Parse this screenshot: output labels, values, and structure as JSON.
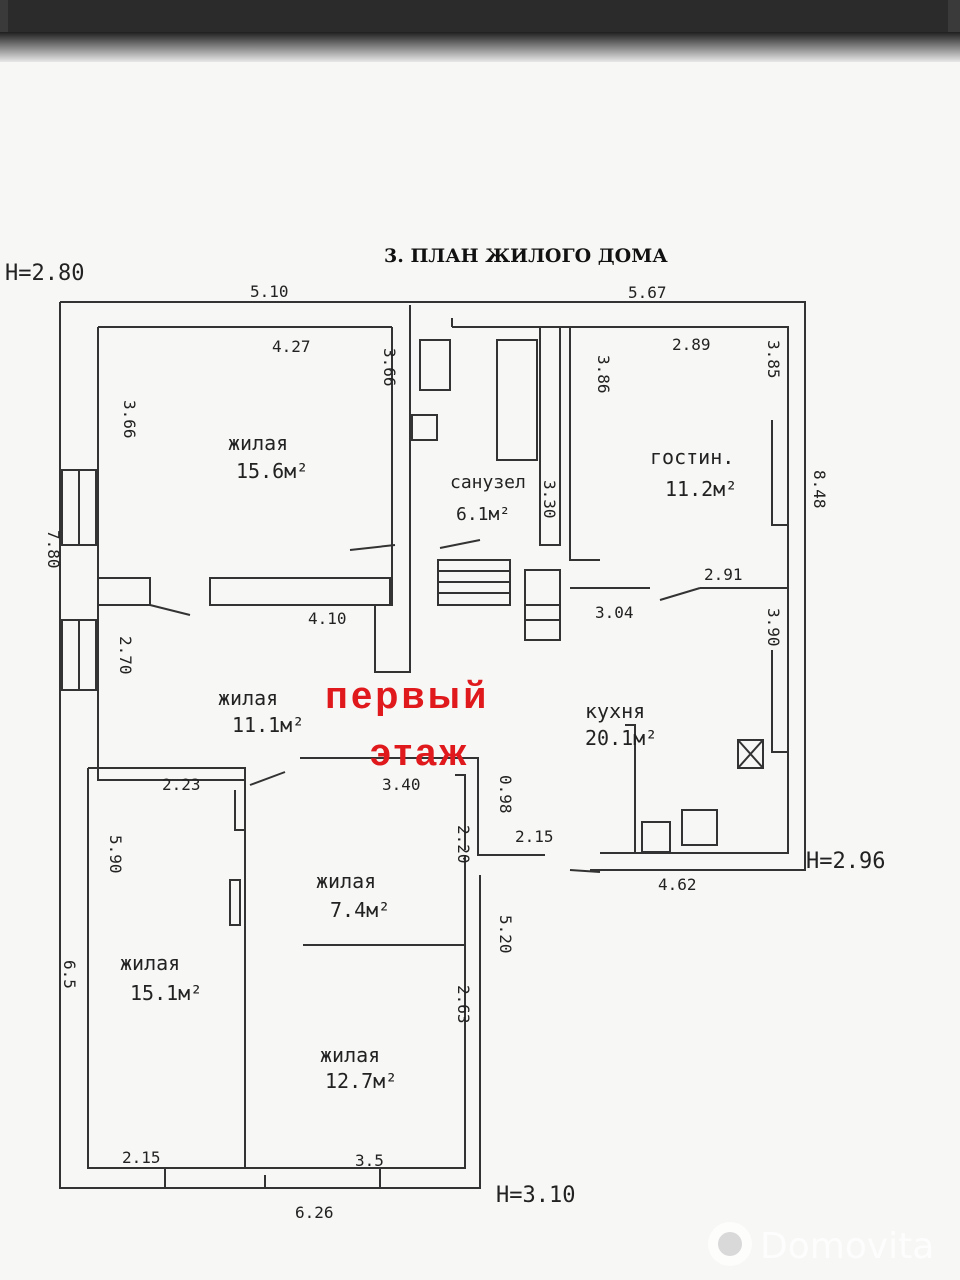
{
  "plan": {
    "title": "3. ПЛАН ЖИЛОГО ДОМА",
    "floor_label_line1": "первый",
    "floor_label_line2": "этаж",
    "watermark": "Domovita"
  },
  "heights": {
    "top_left": "H=2.80",
    "right": "H=2.96",
    "bottom": "H=3.10"
  },
  "rooms": {
    "bedroom_top_name": "жилая",
    "bedroom_top_area": "15.6м²",
    "bath_name": "санузел",
    "bath_area": "6.1м²",
    "living_name": "гостин.",
    "living_area": "11.2м²",
    "hall_name": "жилая",
    "hall_area": "11.1м²",
    "kitchen_name": "кухня",
    "kitchen_area": "20.1м²",
    "small_name": "жилая",
    "small_area": "7.4м²",
    "bottom_left_name": "жилая",
    "bottom_left_area": "15.1м²",
    "bottom_right_name": "жилая",
    "bottom_right_area": "12.7м²"
  },
  "dims": {
    "d_510": "5.10",
    "d_567": "5.67",
    "d_427": "4.27",
    "d_366a": "3.66",
    "d_366b": "3.66",
    "d_386": "3.86",
    "d_289": "2.89",
    "d_385": "3.85",
    "d_848": "8.48",
    "d_330": "3.30",
    "d_780": "7.80",
    "d_410": "4.10",
    "d_291": "2.91",
    "d_304": "3.04",
    "d_390": "3.90",
    "d_270": "2.70",
    "d_223": "2.23",
    "d_340": "3.40",
    "d_098": "0.98",
    "d_215a": "2.15",
    "d_220": "2.20",
    "d_462": "4.62",
    "d_590": "5.90",
    "d_520": "5.20",
    "d_65": "6.5",
    "d_263": "2.63",
    "d_215b": "2.15",
    "d_35": "3.5",
    "d_626": "6.26"
  }
}
